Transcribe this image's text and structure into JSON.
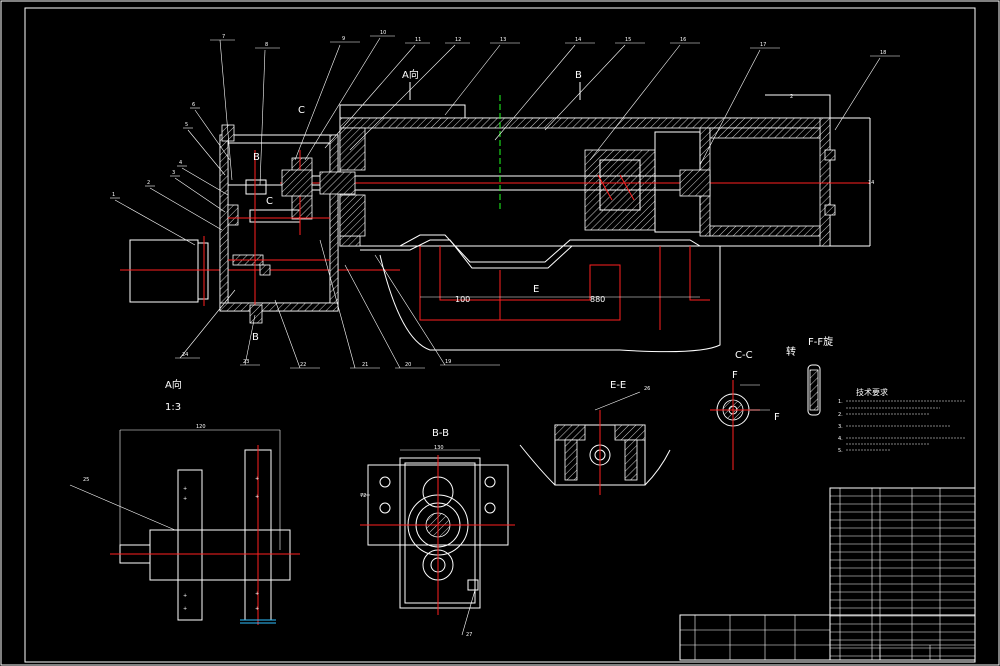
{
  "drawing": {
    "view_labels": {
      "section_a_dir": "A向",
      "section_b": "B",
      "section_c": "C",
      "view_a_title": "A向",
      "view_a_scale": "1:3",
      "bb_title": "B-B",
      "ee_title": "E-E",
      "cc_title": "C-C",
      "ff_title": "F-F旋",
      "ff_note": "转",
      "f_mark": "F",
      "e_mark": "E"
    },
    "dimensions": {
      "dim_100": "100",
      "dim_880": "880",
      "dim_120": "120",
      "dim_130": "130",
      "dim_72": "72",
      "dim_2": "2",
      "dim_14": "14"
    },
    "callouts_top": [
      "7",
      "8",
      "9",
      "10",
      "11",
      "12",
      "13",
      "14",
      "15",
      "16",
      "17",
      "18"
    ],
    "callouts_left": [
      "6",
      "5",
      "4",
      "3",
      "2",
      "1"
    ],
    "callouts_bottom": [
      "24",
      "23",
      "22",
      "21",
      "20",
      "19"
    ],
    "callouts_misc": [
      "25",
      "26",
      "27"
    ],
    "notes": {
      "title": "技术要求",
      "lines": [
        "1.",
        "2.",
        "3.",
        "4.",
        "5."
      ]
    }
  }
}
